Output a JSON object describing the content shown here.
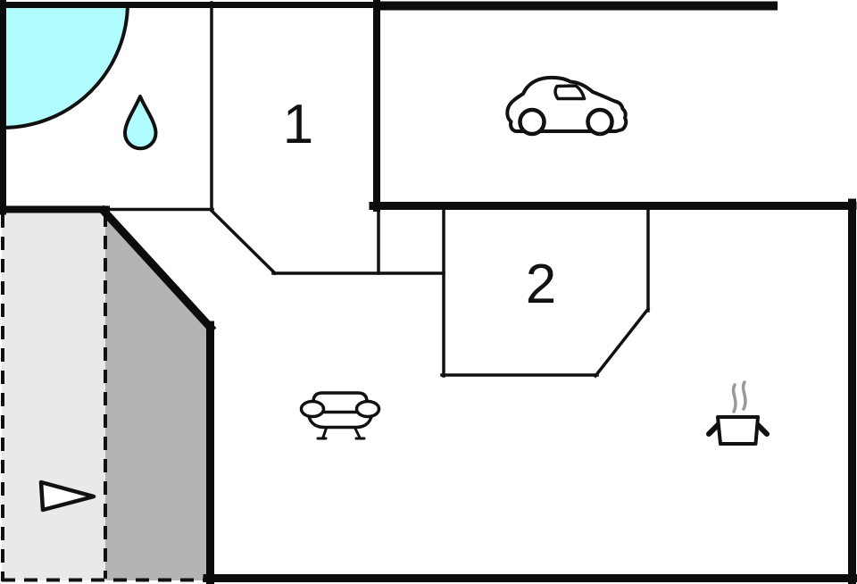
{
  "diagram": {
    "type": "floor-plan",
    "labels": {
      "room1": "1",
      "room2": "2"
    },
    "rooms": [
      {
        "name": "bathroom",
        "label": "",
        "features": [
          "corner-shower",
          "water-drop-icon"
        ]
      },
      {
        "name": "room-1",
        "label": "1",
        "features": []
      },
      {
        "name": "carport",
        "label": "",
        "features": [
          "car-icon"
        ]
      },
      {
        "name": "room-2",
        "label": "2",
        "features": []
      },
      {
        "name": "living-room",
        "label": "",
        "features": [
          "sofa-icon"
        ]
      },
      {
        "name": "kitchen",
        "label": "",
        "features": [
          "cooking-pot-icon",
          "steam-icon"
        ]
      },
      {
        "name": "terrace",
        "label": "",
        "features": [
          "direction-triangle-icon"
        ],
        "border": "dashed"
      },
      {
        "name": "patio",
        "label": "",
        "features": [],
        "border": "dashed"
      }
    ],
    "colors": {
      "walls": "#0c0c0c",
      "shower_fill": "#b0fcff",
      "drop_fill": "#b0fcff",
      "terrace_fill": "#e9e9ea",
      "patio_fill": "#b4b4b6",
      "steam": "#999999",
      "background": "#ffffff"
    }
  }
}
